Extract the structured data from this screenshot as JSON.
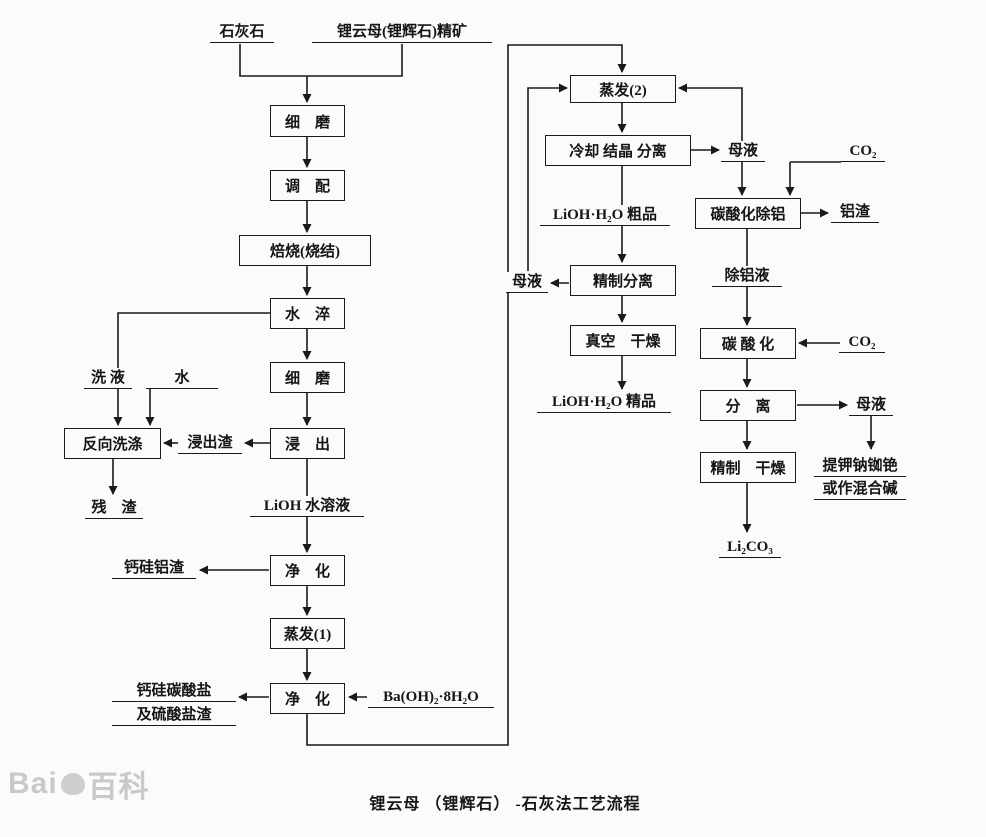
{
  "diagram": {
    "caption": "锂云母 （锂辉石） -石灰法工艺流程",
    "sources": {
      "limestone": "石灰石",
      "concentrate": "锂云母(锂辉石)精矿"
    },
    "boxes": {
      "grind1": "细　磨",
      "blend": "调　配",
      "roast": "焙烧(烧结)",
      "quench": "水　淬",
      "grind2": "细　磨",
      "leach": "浸　出",
      "counter_wash": "反向洗涤",
      "purify1": "净　化",
      "evap1": "蒸发(1)",
      "purify2": "净　化",
      "evap2": "蒸发(2)",
      "cool_cryst": "冷却 结晶 分离",
      "carb_dealum": "碳酸化除铝",
      "refine_sep": "精制分离",
      "vac_dry": "真空　干燥",
      "carbonation": "碳 酸 化",
      "separation": "分　离",
      "refine_dry": "精制　干燥"
    },
    "streams": {
      "wash_liquid": "洗 液",
      "water": "水",
      "leach_residue": "浸出渣",
      "residue": "残　渣",
      "lioh_solution": "LiOH 水溶液",
      "ca_si_al_slag": "钙硅铝渣",
      "ca_si_carbonate": "钙硅碳酸盐",
      "sulfate_slag": "及硫酸盐渣",
      "barium_hydroxide": "Ba(OH)₂·8H₂O",
      "mother_liquor_left": "母液",
      "lioh_crude": "LiOH·H₂O 粗品",
      "lioh_refined": "LiOH·H₂O 精品",
      "mother_liquor_top": "母液",
      "co2_top": "CO₂",
      "al_slag": "铝渣",
      "dealum_liquid": "除铝液",
      "co2_mid": "CO₂",
      "mother_liquor_right": "母液",
      "extract_kna": "提钾钠铷铯",
      "mixed_alkali": "或作混合碱",
      "li2co3": "Li₂CO₃"
    }
  },
  "watermark": {
    "left": "Bai",
    "right": "百科"
  }
}
